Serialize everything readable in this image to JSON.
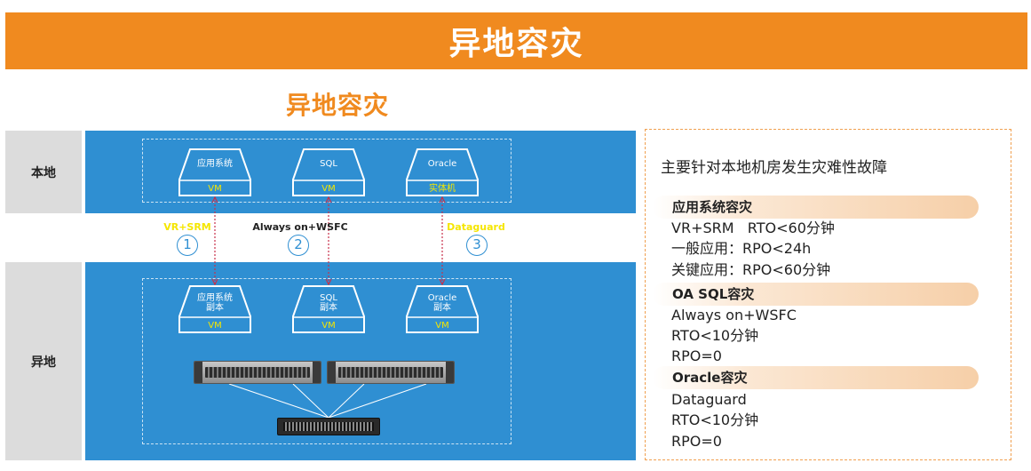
{
  "banner": {
    "title": "异地容灾"
  },
  "diagram": {
    "title": "异地容灾",
    "rows": {
      "local": "本地",
      "remote": "异地"
    },
    "local_nodes": [
      {
        "label": "应用系统",
        "tag": "VM"
      },
      {
        "label": "SQL",
        "tag": "VM"
      },
      {
        "label": "Oracle",
        "tag": "实体机"
      }
    ],
    "remote_nodes": [
      {
        "label": "应用系统\n副本",
        "tag": "VM"
      },
      {
        "label": "SQL\n副本",
        "tag": "VM"
      },
      {
        "label": "Oracle\n副本",
        "tag": "VM"
      }
    ],
    "links": [
      {
        "label": "VR+SRM",
        "num": "1",
        "color": "#f5e600"
      },
      {
        "label": "Always on+WSFC",
        "num": "2",
        "color": "#222222"
      },
      {
        "label": "Dataguard",
        "num": "3",
        "color": "#f5e600"
      }
    ],
    "colors": {
      "band": "#2f8fd2",
      "accent": "#f08a1f",
      "link_line": "#c8304a"
    }
  },
  "info": {
    "heading": "主要针对本地机房发生灾难性故障",
    "sections": [
      {
        "title": "应用系统容灾",
        "lines": [
          "VR+SRM   RTO<60分钟",
          "一般应用：RPO<24h",
          "关键应用：RPO<60分钟"
        ]
      },
      {
        "title": "OA SQL容灾",
        "lines": [
          "Always on+WSFC",
          "RTO<10分钟",
          "RPO=0"
        ]
      },
      {
        "title": "Oracle容灾",
        "lines": [
          "Dataguard",
          "RTO<10分钟",
          "RPO=0"
        ]
      }
    ]
  }
}
